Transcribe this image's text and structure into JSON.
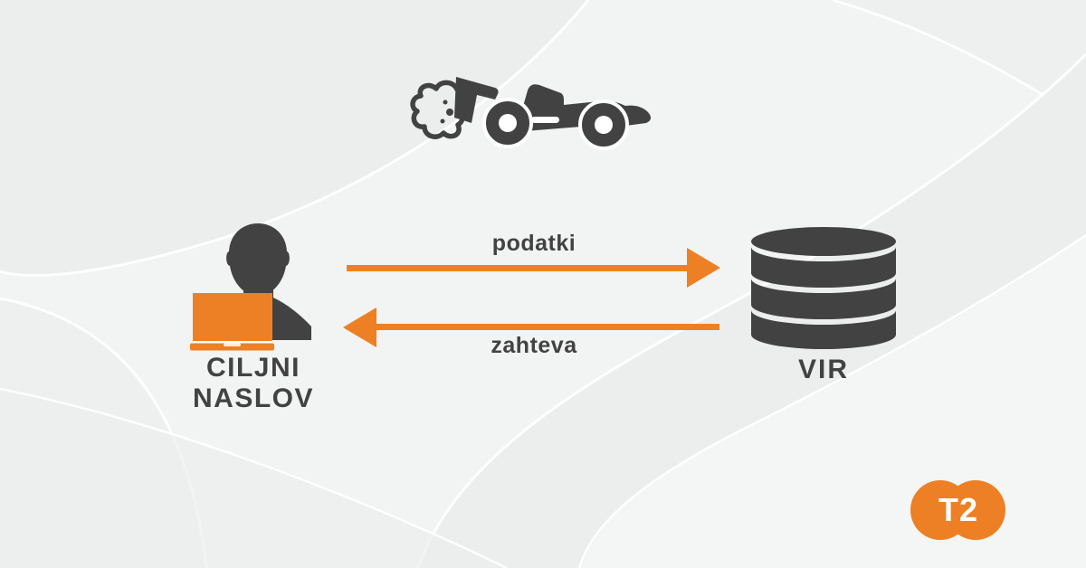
{
  "colors": {
    "accent_orange": "#ED8024",
    "dark_gray": "#424242",
    "background_light": "#f2f3f3"
  },
  "diagram": {
    "header_icon": "race-car-with-smoke-icon",
    "nodes": {
      "target": {
        "icon": "person-at-laptop-icon",
        "label_line1": "CILJNI",
        "label_line2": "NASLOV"
      },
      "source": {
        "icon": "database-icon",
        "label": "VIR"
      }
    },
    "flows": {
      "data": {
        "label": "podatki",
        "direction": "left-to-right"
      },
      "request": {
        "label": "zahteva",
        "direction": "right-to-left"
      }
    }
  },
  "branding": {
    "logo_text": "T2"
  }
}
